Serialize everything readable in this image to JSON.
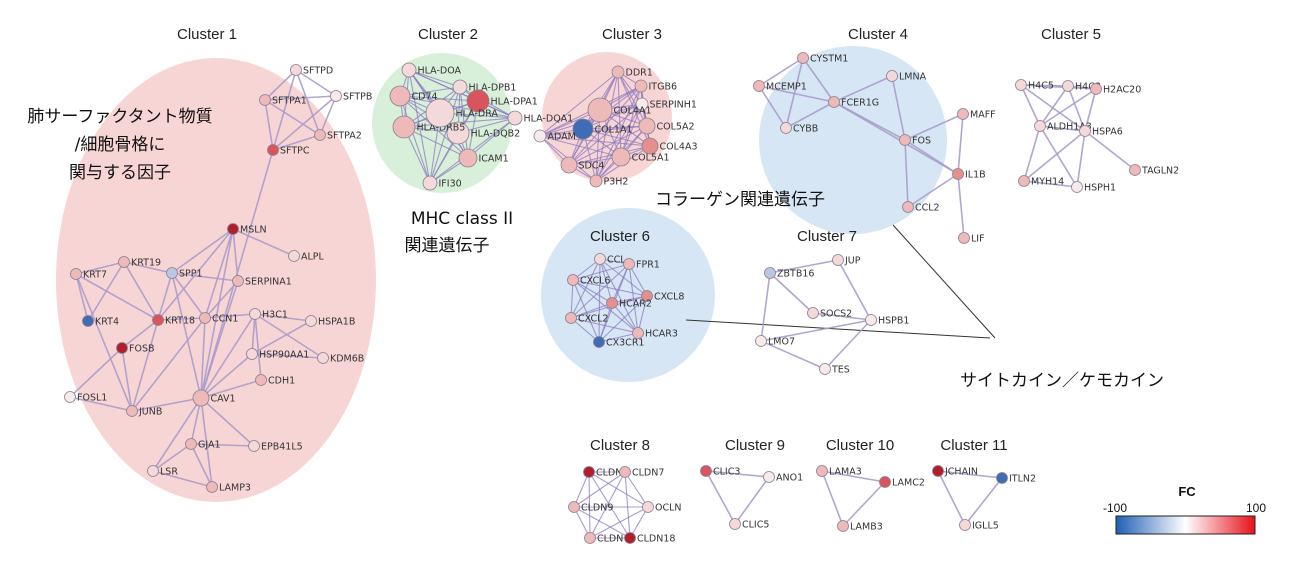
{
  "clusters": [
    {
      "id": "c1",
      "title": "Cluster 1"
    },
    {
      "id": "c2",
      "title": "Cluster 2"
    },
    {
      "id": "c3",
      "title": "Cluster 3"
    },
    {
      "id": "c4",
      "title": "Cluster 4"
    },
    {
      "id": "c5",
      "title": "Cluster 5"
    },
    {
      "id": "c6",
      "title": "Cluster 6"
    },
    {
      "id": "c7",
      "title": "Cluster 7"
    },
    {
      "id": "c8",
      "title": "Cluster 8"
    },
    {
      "id": "c9",
      "title": "Cluster 9"
    },
    {
      "id": "c10",
      "title": "Cluster 10"
    },
    {
      "id": "c11",
      "title": "Cluster 11"
    }
  ],
  "annotations": {
    "cluster1_lines": [
      "肺サーファクタント物質",
      "/細胞骨格に",
      "関与する因子"
    ],
    "cluster2_lines": [
      "MHC class II",
      "関連遺伝子"
    ],
    "cluster3": "コラーゲン関連遺伝子",
    "cytokine": "サイトカイン／ケモカイン"
  },
  "legend": {
    "title": "FC",
    "min_label": "-100",
    "max_label": "100",
    "min_color": "#1f5fb5",
    "mid_color": "#ffffff",
    "max_color": "#e8101a"
  },
  "colors": {
    "dark_red": "#b0202c",
    "red": "#d9555e",
    "mid_red": "#e58f8f",
    "pink": "#eeb9b9",
    "light": "#f3d9d9",
    "very_light": "#f7eaea",
    "blue": "#3e6db5",
    "light_blue": "#b8c8e3",
    "edge": "#a99ccb",
    "edge_dense": "#8c7bc0",
    "ring_red": "#f8d5d5",
    "ring_green": "#d8efd9",
    "ring_blue": "#d6e6f5"
  },
  "nodes": {
    "c1": [
      {
        "label": "SFTPD",
        "color": "light"
      },
      {
        "label": "SFTPA1",
        "color": "pink"
      },
      {
        "label": "SFTPB",
        "color": "very_light"
      },
      {
        "label": "SFTPA2",
        "color": "pink"
      },
      {
        "label": "SFTPC",
        "color": "red"
      },
      {
        "label": "MSLN",
        "color": "dark_red"
      },
      {
        "label": "ALPL",
        "color": "light"
      },
      {
        "label": "KRT19",
        "color": "pink"
      },
      {
        "label": "KRT7",
        "color": "pink"
      },
      {
        "label": "SPP1",
        "color": "light_blue"
      },
      {
        "label": "SERPINA1",
        "color": "pink"
      },
      {
        "label": "KRT4",
        "color": "blue"
      },
      {
        "label": "KRT18",
        "color": "red"
      },
      {
        "label": "CCN1",
        "color": "pink"
      },
      {
        "label": "H3C1",
        "color": "light"
      },
      {
        "label": "HSPA1B",
        "color": "light"
      },
      {
        "label": "FOSB",
        "color": "dark_red"
      },
      {
        "label": "HSP90AA1",
        "color": "light"
      },
      {
        "label": "KDM6B",
        "color": "light"
      },
      {
        "label": "CDH1",
        "color": "pink"
      },
      {
        "label": "FOSL1",
        "color": "very_light"
      },
      {
        "label": "JUNB",
        "color": "pink"
      },
      {
        "label": "CAV1",
        "color": "pink"
      },
      {
        "label": "GJA1",
        "color": "pink"
      },
      {
        "label": "EPB41L5",
        "color": "light"
      },
      {
        "label": "LSR",
        "color": "light"
      },
      {
        "label": "LAMP3",
        "color": "pink"
      }
    ],
    "c2": [
      {
        "label": "HLA-DOA",
        "color": "light"
      },
      {
        "label": "HLA-DPB1",
        "color": "light"
      },
      {
        "label": "CD74",
        "color": "pink"
      },
      {
        "label": "HLA-DPA1",
        "color": "red"
      },
      {
        "label": "HLA-DQA1",
        "color": "light"
      },
      {
        "label": "HLA-DQB2",
        "color": "light"
      },
      {
        "label": "HLA-DRB5",
        "color": "pink"
      },
      {
        "label": "ICAM1",
        "color": "pink"
      },
      {
        "label": "IFI30",
        "color": "light"
      },
      {
        "label": "HLA-DRA",
        "color": "light"
      }
    ],
    "c3": [
      {
        "label": "DDR1",
        "color": "pink"
      },
      {
        "label": "ITGB6",
        "color": "pink"
      },
      {
        "label": "SERPINH1",
        "color": "very_light"
      },
      {
        "label": "COL5A2",
        "color": "pink"
      },
      {
        "label": "COL4A3",
        "color": "mid_red"
      },
      {
        "label": "COL5A1",
        "color": "pink"
      },
      {
        "label": "P3H2",
        "color": "pink"
      },
      {
        "label": "SDC4",
        "color": "pink"
      },
      {
        "label": "COL1A1",
        "color": "blue"
      },
      {
        "label": "ADAM",
        "color": "very_light"
      },
      {
        "label": "COL4A1",
        "color": "pink"
      }
    ],
    "c4": [
      {
        "label": "CYSTM1",
        "color": "pink"
      },
      {
        "label": "MCEMP1",
        "color": "pink"
      },
      {
        "label": "FCER1G",
        "color": "pink"
      },
      {
        "label": "LMNA",
        "color": "light"
      },
      {
        "label": "CYBB",
        "color": "light"
      },
      {
        "label": "MAFF",
        "color": "pink"
      },
      {
        "label": "FOS",
        "color": "pink"
      },
      {
        "label": "IL1B",
        "color": "mid_red"
      },
      {
        "label": "CCL2",
        "color": "pink"
      },
      {
        "label": "LIF",
        "color": "pink"
      }
    ],
    "c5": [
      {
        "label": "H4C3",
        "color": "light"
      },
      {
        "label": "H4C5",
        "color": "light"
      },
      {
        "label": "H2AC20",
        "color": "pink"
      },
      {
        "label": "ALDH1A3",
        "color": "light"
      },
      {
        "label": "HSPA6",
        "color": "light"
      },
      {
        "label": "TAGLN2",
        "color": "pink"
      },
      {
        "label": "MYH14",
        "color": "pink"
      },
      {
        "label": "HSPH1",
        "color": "very_light"
      }
    ],
    "c6": [
      {
        "label": "CCL",
        "color": "light"
      },
      {
        "label": "FPR1",
        "color": "pink"
      },
      {
        "label": "CXCL6",
        "color": "pink"
      },
      {
        "label": "CXCL8",
        "color": "mid_red"
      },
      {
        "label": "HCAR2",
        "color": "mid_red"
      },
      {
        "label": "CXCL2",
        "color": "pink"
      },
      {
        "label": "HCAR3",
        "color": "pink"
      },
      {
        "label": "CX3CR1",
        "color": "blue"
      }
    ],
    "c7": [
      {
        "label": "JUP",
        "color": "light"
      },
      {
        "label": "ZBTB16",
        "color": "light_blue"
      },
      {
        "label": "SOCS2",
        "color": "light"
      },
      {
        "label": "HSPB1",
        "color": "very_light"
      },
      {
        "label": "LMO7",
        "color": "very_light"
      },
      {
        "label": "TES",
        "color": "very_light"
      }
    ],
    "c8": [
      {
        "label": "CLDN",
        "color": "dark_red"
      },
      {
        "label": "CLDN7",
        "color": "pink"
      },
      {
        "label": "CLDN9",
        "color": "pink"
      },
      {
        "label": "OCLN",
        "color": "light"
      },
      {
        "label": "CLDN",
        "color": "pink"
      },
      {
        "label": "CLDN18",
        "color": "dark_red"
      }
    ],
    "c9": [
      {
        "label": "CLIC3",
        "color": "red"
      },
      {
        "label": "ANO1",
        "color": "very_light"
      },
      {
        "label": "CLIC5",
        "color": "light"
      }
    ],
    "c10": [
      {
        "label": "LAMA3",
        "color": "pink"
      },
      {
        "label": "LAMC2",
        "color": "red"
      },
      {
        "label": "LAMB3",
        "color": "pink"
      }
    ],
    "c11": [
      {
        "label": "JCHAIN",
        "color": "dark_red"
      },
      {
        "label": "ITLN2",
        "color": "blue"
      },
      {
        "label": "IGLL5",
        "color": "light"
      }
    ]
  }
}
